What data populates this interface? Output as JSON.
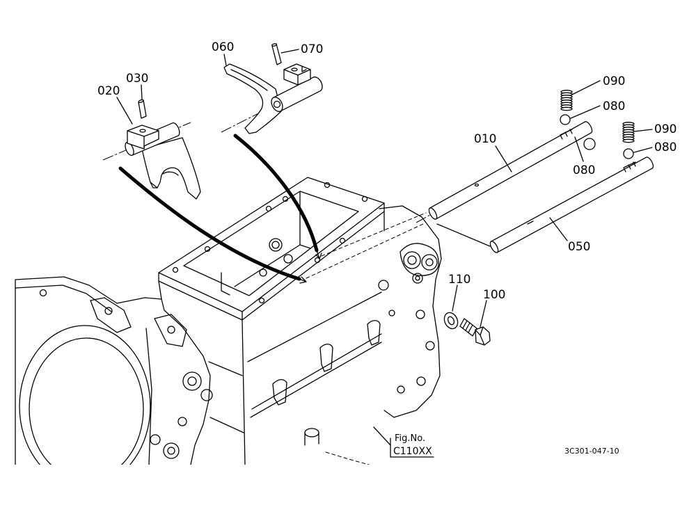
{
  "callouts": {
    "fork_060": "060",
    "pin_070": "070",
    "pin_030": "030",
    "fork_020": "020",
    "spring_upper": "090",
    "ball_upper": "080",
    "shaft_010": "010",
    "spring_lower": "090",
    "ball_lower": "080",
    "ball_middle": "080",
    "shaft_050": "050",
    "washer_110": "110",
    "bolt_100": "100"
  },
  "figure": {
    "fig_no_label": "Fig.No.",
    "fig_no": "C110XX",
    "drawing_code": "3C301-047-10"
  },
  "colors": {
    "ink": "#000000",
    "background": "#ffffff"
  }
}
